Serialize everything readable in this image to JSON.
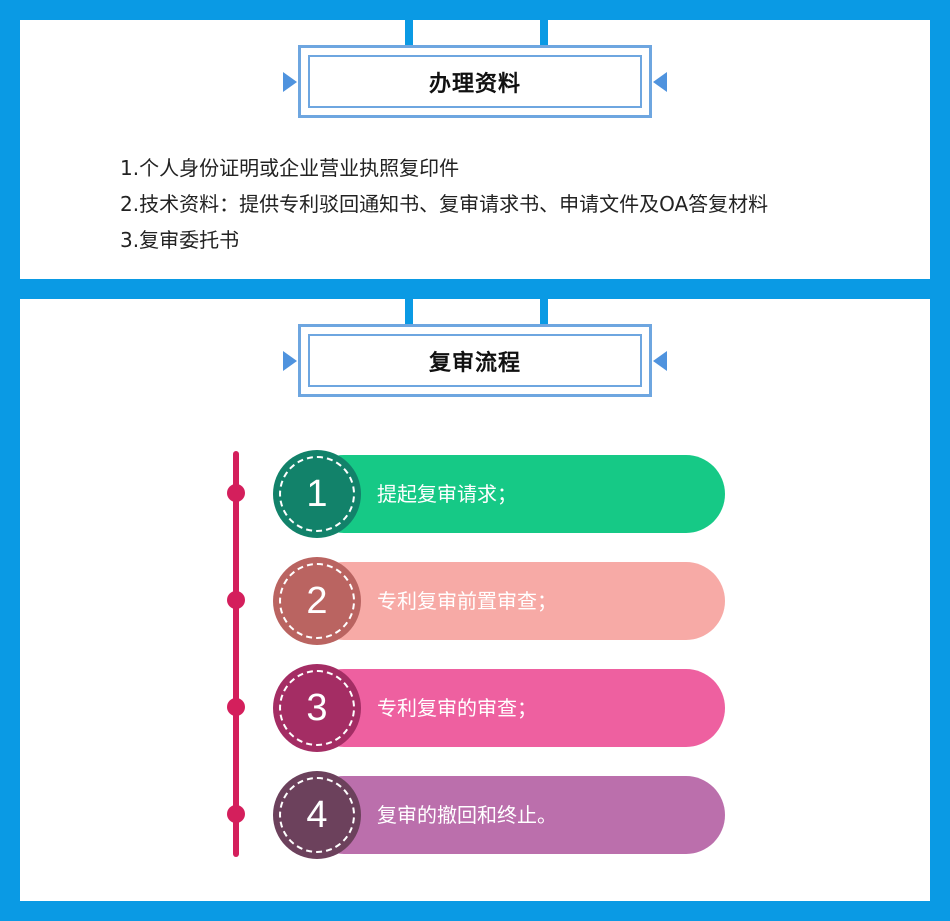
{
  "sections": {
    "materials": {
      "title": "办理资料",
      "items": [
        "1.个人身份证明或企业营业执照复印件",
        "2.技术资料：提供专利驳回通知书、复审请求书、申请文件及OA答复材料",
        "3.复审委托书"
      ]
    },
    "process": {
      "title": "复审流程",
      "steps": [
        {
          "number": "1",
          "text": "提起复审请求；",
          "pill_color": "#16c986",
          "circle_color": "#12826a"
        },
        {
          "number": "2",
          "text": "专利复审前置审查；",
          "pill_color": "#f7aaa6",
          "circle_color": "#ba6461"
        },
        {
          "number": "3",
          "text": "专利复审的审查；",
          "pill_color": "#ee60a0",
          "circle_color": "#a42d64"
        },
        {
          "number": "4",
          "text": "复审的撤回和终止。",
          "pill_color": "#bb6fac",
          "circle_color": "#6c415c"
        }
      ]
    }
  },
  "colors": {
    "frame": "#0a9ae4",
    "title_border": "#6ea6e0",
    "timeline": "#d41f5c"
  }
}
